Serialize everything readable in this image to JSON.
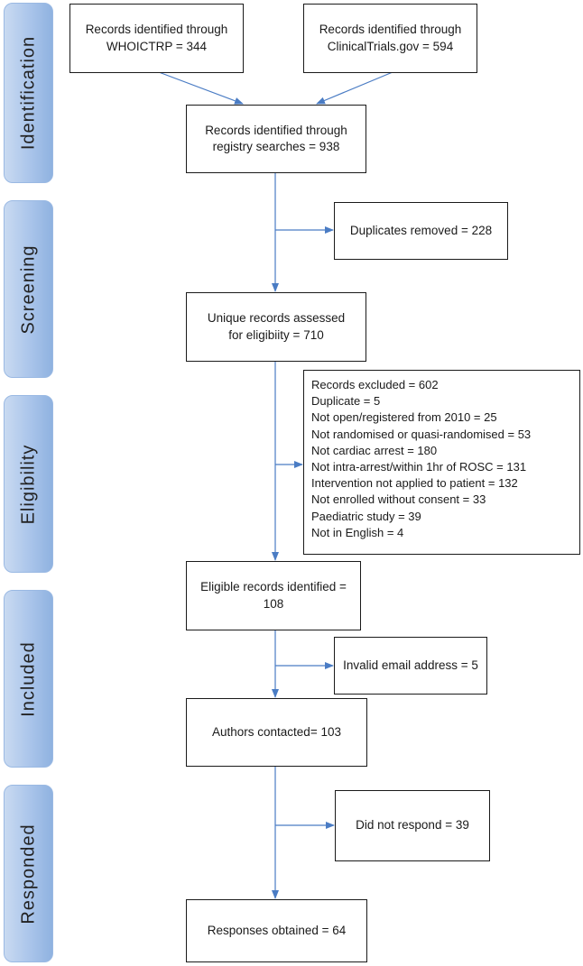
{
  "stages": [
    "Identification",
    "Screening",
    "Eligibility",
    "Included",
    "Responded"
  ],
  "boxes": {
    "whoictrp": [
      "Records identified through",
      "WHOICTRP = 344"
    ],
    "clinicaltrials": [
      "Records identified through",
      "ClinicalTrials.gov = 594"
    ],
    "registry": [
      "Records identified through",
      "registry searches = 938"
    ],
    "duplicates": [
      "Duplicates removed = 228"
    ],
    "unique": [
      "Unique records assessed",
      "for eligibiity = 710"
    ],
    "excluded": [
      "Records excluded = 602",
      "Duplicate = 5",
      "Not open/registered from 2010 = 25",
      "Not randomised or quasi-randomised = 53",
      "Not cardiac arrest = 180",
      "Not intra-arrest/within 1hr of ROSC = 131",
      "Intervention not applied to patient = 132",
      "Not enrolled without consent = 33",
      "Paediatric study = 39",
      "Not in English = 4"
    ],
    "eligible": [
      "Eligible records identified =",
      "108"
    ],
    "invalid": [
      "Invalid email address = 5"
    ],
    "contacted": [
      "Authors contacted= 103"
    ],
    "norespond": [
      "Did not respond = 39"
    ],
    "responses": [
      "Responses obtained = 64"
    ]
  },
  "colors": {
    "stage_fill": "#a9c4ea",
    "arrow": "#4a7cc4",
    "box_border": "#1a1a1a"
  }
}
